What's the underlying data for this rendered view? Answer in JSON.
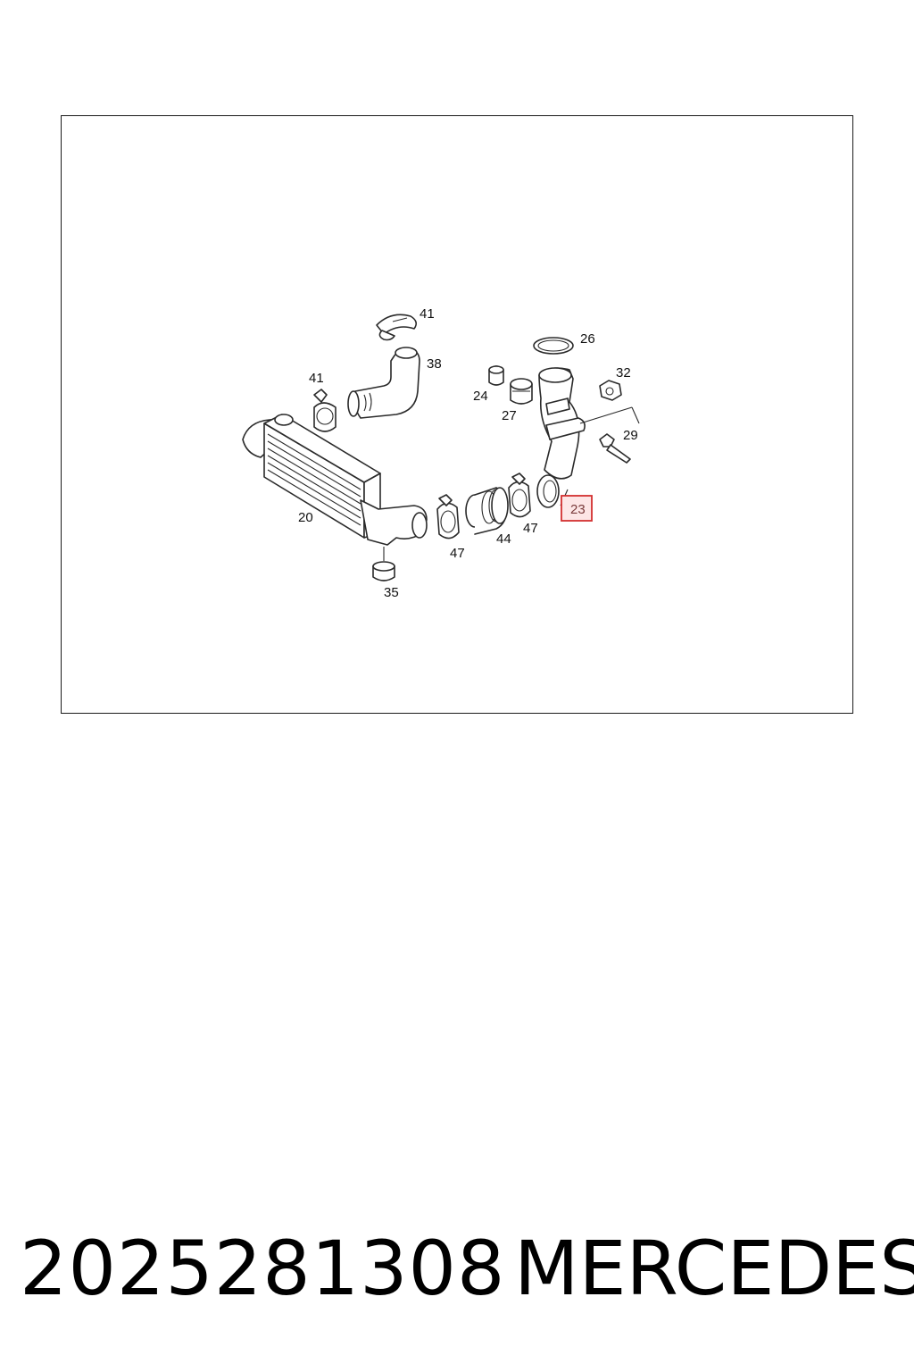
{
  "diagram": {
    "highlighted_label": "23",
    "labels": {
      "l41a": "41",
      "l26": "26",
      "l38": "38",
      "l41b": "41",
      "l24": "24",
      "l32": "32",
      "l27": "27",
      "l29": "29",
      "l20": "20",
      "l23": "23",
      "l44": "44",
      "l47a": "47",
      "l47b": "47",
      "l35": "35"
    },
    "highlight_color": "#d32f2f"
  },
  "footer": {
    "part_number": "2025281308",
    "brand": "MERCEDES"
  }
}
